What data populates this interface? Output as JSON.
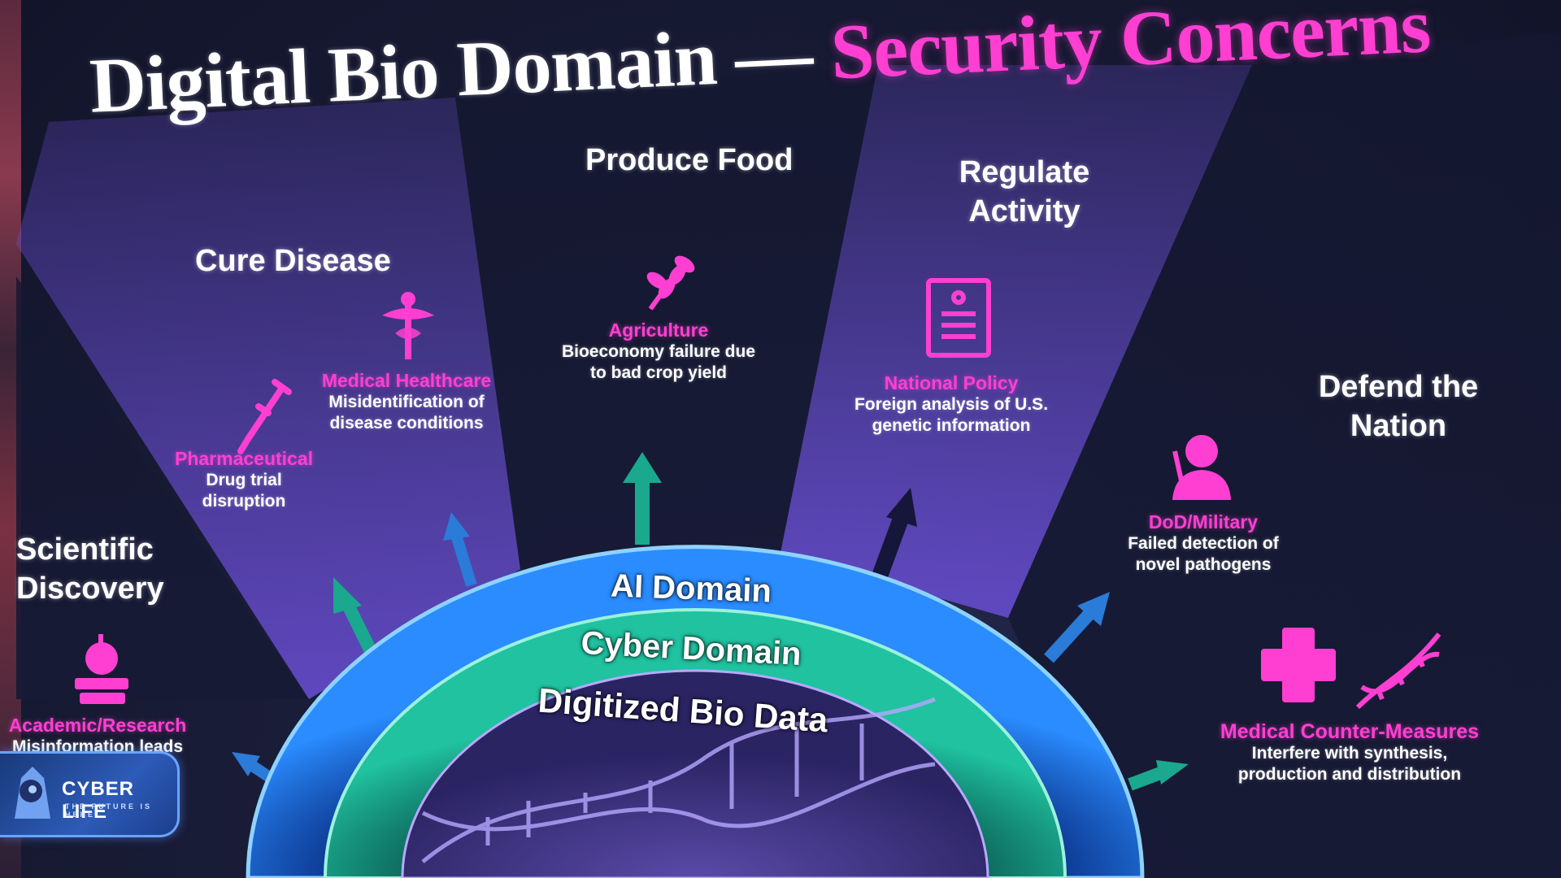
{
  "title": {
    "main": "Digital Bio Domain —",
    "highlight": "Security Concerns"
  },
  "sectors": {
    "scientific": "Scientific Discovery",
    "cure": "Cure Disease",
    "food": "Produce Food",
    "regulate": "Regulate Activity",
    "defend": "Defend the Nation"
  },
  "items": {
    "academic": {
      "label": "Academic/Research",
      "desc": "Misinformation leads to bad conclusions"
    },
    "pharma": {
      "label": "Pharmaceutical",
      "desc": "Drug trial disruption"
    },
    "medical": {
      "label": "Medical Healthcare",
      "desc": "Misidentification of disease conditions"
    },
    "agriculture": {
      "label": "Agriculture",
      "desc": "Bioeconomy failure due to bad crop yield"
    },
    "policy": {
      "label": "National Policy",
      "desc": "Foreign analysis of U.S. genetic information"
    },
    "dod": {
      "label": "DoD/Military",
      "desc": "Failed detection of novel pathogens"
    },
    "mcm": {
      "label": "Medical Counter-Measures",
      "desc": "Interfere with synthesis, production and distribution"
    }
  },
  "rings": {
    "outer": "AI Domain",
    "middle": "Cyber Domain",
    "inner": "Digitized Bio Data"
  },
  "logo": {
    "name": "CYBER LIFE",
    "tagline": "THE FUTURE IS HERE"
  },
  "colors": {
    "accent_pink": "#ff3fd2",
    "ai_ring": "#1e6fd9",
    "cyber_ring": "#1aa88f",
    "bio_core": "#3a2d7a"
  },
  "icons": [
    "apple-books-icon",
    "syringe-icon",
    "caduceus-icon",
    "wheat-icon",
    "document-icon",
    "soldier-icon",
    "medical-cross-icon",
    "dna-icon"
  ]
}
